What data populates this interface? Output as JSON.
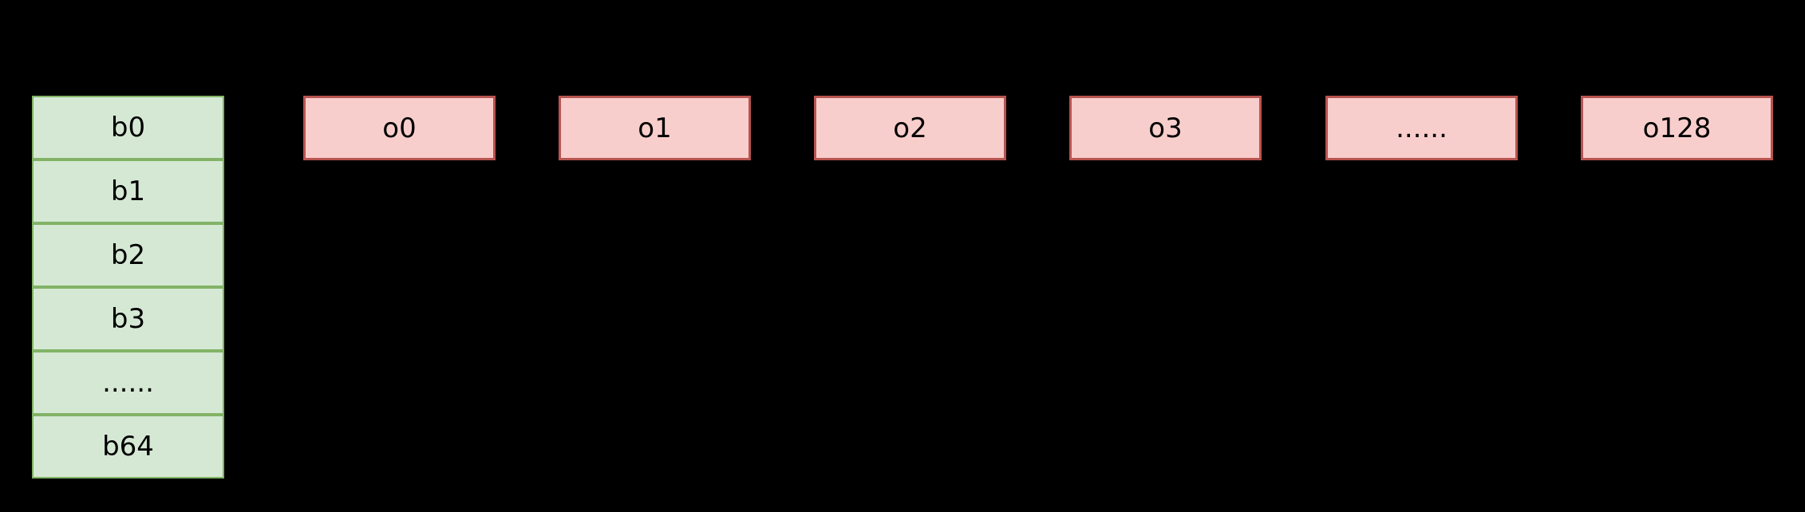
{
  "diagram": {
    "title": "buffer-output-mapping-diagram",
    "colors": {
      "background": "#000000",
      "buffer_fill": "#d5e8d4",
      "buffer_border": "#82b366",
      "output_fill": "#f8cecc",
      "output_border": "#b85450",
      "text": "#000000"
    },
    "buffer_column": {
      "rows": [
        {
          "label": "b0"
        },
        {
          "label": "b1"
        },
        {
          "label": "b2"
        },
        {
          "label": "b3"
        },
        {
          "label": "......"
        },
        {
          "label": "b64"
        }
      ]
    },
    "output_row": {
      "boxes": [
        {
          "label": "o0"
        },
        {
          "label": "o1"
        },
        {
          "label": "o2"
        },
        {
          "label": "o3"
        },
        {
          "label": "......"
        },
        {
          "label": "o128"
        }
      ]
    }
  }
}
